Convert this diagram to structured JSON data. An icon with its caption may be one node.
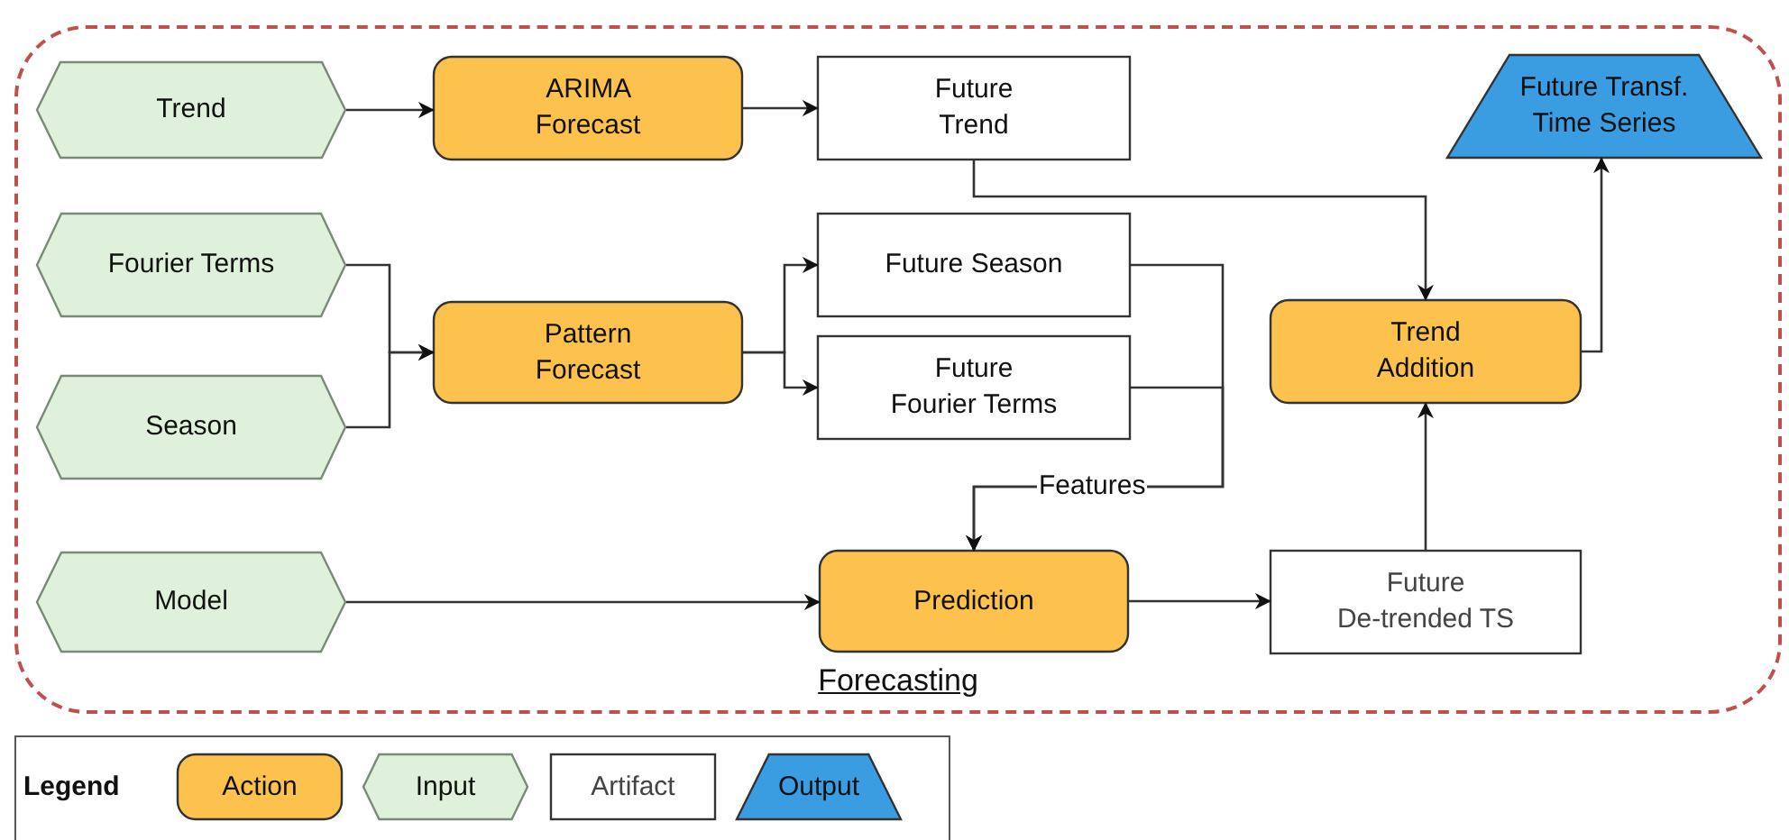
{
  "diagram": {
    "nodes": [
      {
        "text": [
          "Forecasting"
        ]
      },
      {
        "text": [
          "Trend"
        ],
        "in": 0
      },
      {
        "text": [
          "ARIMA Forecast"
        ],
        "in": 0
      },
      {
        "text": [
          "Future Trend"
        ],
        "in": 0
      },
      {
        "text": [
          "Future Transf. Time Series"
        ],
        "in": 0
      },
      {
        "text": [
          "Fourier Terms"
        ],
        "in": 0
      },
      {
        "text": [
          "Pattern Forecast"
        ],
        "in": 0
      },
      {
        "text": [
          "Future Season"
        ],
        "in": 0
      },
      {
        "text": [
          "Future Fourier Terms"
        ],
        "in": 0
      },
      {
        "text": [
          "Trend Addition"
        ],
        "in": 0
      },
      {
        "text": [
          "Season"
        ],
        "in": 0
      },
      {
        "text": [
          "Model"
        ],
        "in": 0
      },
      {
        "text": [
          "Prediction"
        ],
        "in": 0
      },
      {
        "text": [
          "Future De-trended TS"
        ],
        "in": 0
      }
    ],
    "edges": [
      {
        "from": 1,
        "to": 2,
        "arrow": "to"
      },
      {
        "from": 2,
        "to": 3,
        "arrow": "to"
      },
      {
        "from": 3,
        "to": 9,
        "arrow": "to"
      },
      {
        "from": 9,
        "to": 4,
        "arrow": "to"
      },
      {
        "from": 5,
        "to": 6,
        "arrow": "to"
      },
      {
        "from": 10,
        "to": 6,
        "arrow": "to"
      },
      {
        "from": 6,
        "to": 7,
        "arrow": "to"
      },
      {
        "from": 6,
        "to": 8,
        "arrow": "to"
      },
      {
        "from": 7,
        "to": 12,
        "arrow": "to",
        "label": "Features"
      },
      {
        "from": 8,
        "to": 12,
        "arrow": "to"
      },
      {
        "from": 11,
        "to": 12,
        "arrow": "to"
      },
      {
        "from": 12,
        "to": 13,
        "arrow": "to"
      },
      {
        "from": 13,
        "to": 9,
        "arrow": "to"
      }
    ],
    "labels": [
      "Legend"
    ],
    "legend": [
      {
        "text": "Action",
        "color": "#fdc14e"
      },
      {
        "text": "Input",
        "color": "#e0f1db"
      },
      {
        "text": "Artifact"
      },
      {
        "text": "Output",
        "color": "#3a9de1"
      }
    ]
  }
}
